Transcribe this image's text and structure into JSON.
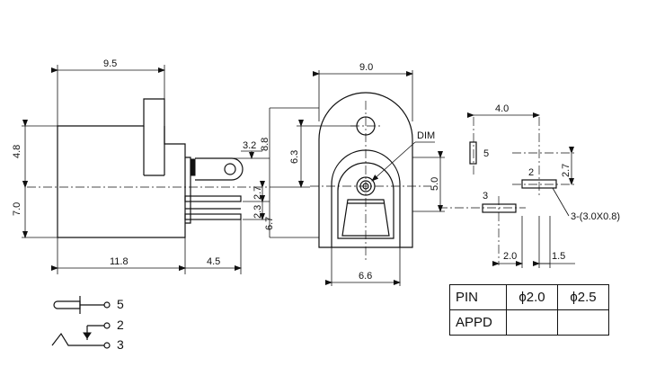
{
  "side_view": {
    "dims": [
      "9.5",
      "4.8",
      "7.0",
      "11.8",
      "4.5",
      "3.2",
      "8.8",
      "2.7",
      "2.3",
      "6.7"
    ]
  },
  "front_view": {
    "dims": [
      "9.0",
      "6.3",
      "5.0",
      "6.6"
    ],
    "callout": "DIM"
  },
  "pcb_layout": {
    "dims": [
      "4.0",
      "2.7",
      "2.0",
      "1.5"
    ],
    "pin_labels": [
      "5",
      "2",
      "3"
    ],
    "hole_note": "3-(3.0X0.8)"
  },
  "schematic": {
    "pin_labels": [
      "5",
      "2",
      "3"
    ]
  },
  "table": {
    "header": [
      "PIN",
      "ϕ2.0",
      "ϕ2.5"
    ],
    "row": [
      "APPD",
      "",
      ""
    ]
  }
}
